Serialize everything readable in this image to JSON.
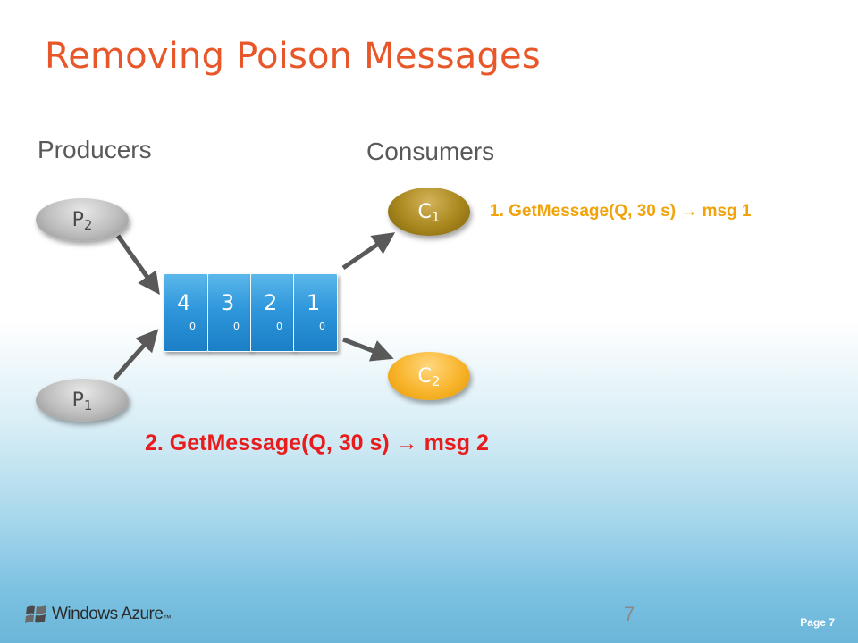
{
  "slide": {
    "title": "Removing Poison Messages",
    "producers_label": "Producers",
    "consumers_label": "Consumers",
    "slide_number": "7",
    "page_label": "Page 7",
    "logo_text": "Windows Azure",
    "logo_mark": "™"
  },
  "nodes": {
    "p2": {
      "letter": "P",
      "sub": "2"
    },
    "p1": {
      "letter": "P",
      "sub": "1"
    },
    "c1": {
      "letter": "C",
      "sub": "1"
    },
    "c2": {
      "letter": "C",
      "sub": "2"
    }
  },
  "queue": [
    {
      "num": "4",
      "count": "0"
    },
    {
      "num": "3",
      "count": "0"
    },
    {
      "num": "2",
      "count": "0"
    },
    {
      "num": "1",
      "count": "0"
    }
  ],
  "calls": {
    "call1": "1. GetMessage(Q, 30 s)  → msg 1",
    "call2": "2. GetMessage(Q, 30 s)  → msg 2"
  },
  "colors": {
    "title": "#e8572a",
    "call1": "#f0a30a",
    "call2": "#e81c1c",
    "message_blue": "#2f97dc",
    "c1_gold": "#a8871d",
    "c2_orange": "#f8b52b",
    "arrow_gray": "#595959"
  },
  "icons": {
    "logo": "windows-flag-icon",
    "arrows": "arrow-icon"
  }
}
